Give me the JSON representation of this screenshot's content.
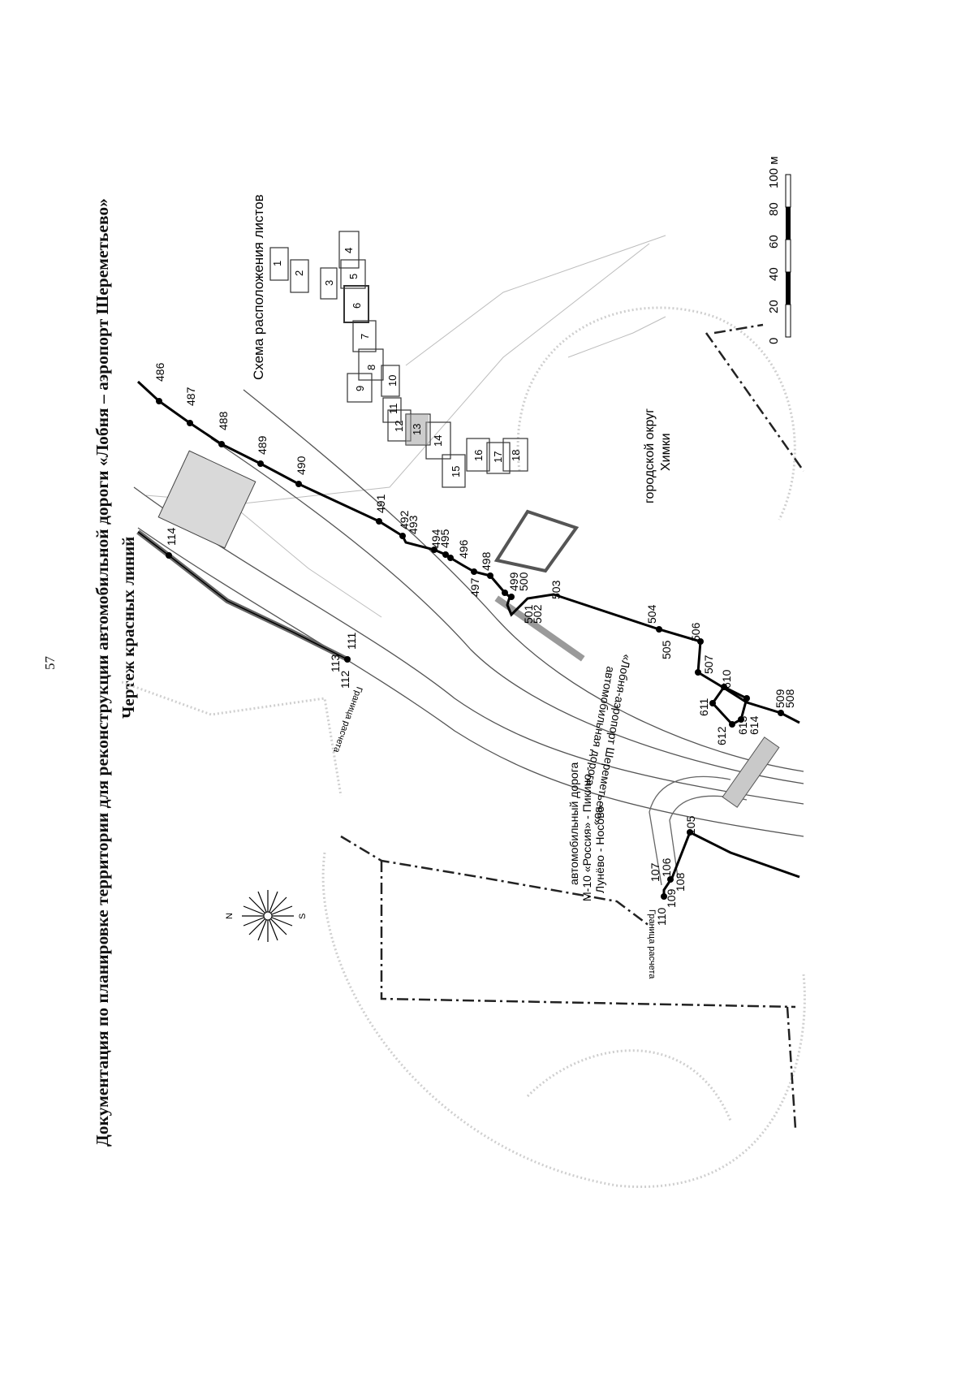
{
  "page_number": "57",
  "title": "Документация по планировке территории для реконструкции автомобильной дороги «Лобня – аэропорт Шереметьево»",
  "subtitle": "Чертеж красных линий",
  "sheet_layout": {
    "title": "Схема расположения листов",
    "sheets": [
      "1",
      "2",
      "3",
      "4",
      "5",
      "6",
      "7",
      "8",
      "9",
      "10",
      "11",
      "12",
      "13",
      "14",
      "15",
      "16",
      "17",
      "18"
    ],
    "highlighted_sheet": "13"
  },
  "scale_bar": {
    "ticks": [
      "0",
      "20",
      "40",
      "60",
      "80",
      "100 м"
    ]
  },
  "compass": {
    "n": "N",
    "s": "S"
  },
  "labels": {
    "city_district_line1": "городской округ",
    "city_district_line2": "Химки",
    "road_lobnya_line1": "автомобильная дорога",
    "road_lobnya_line2": "«Лобня-аэропорт Шереметьево»",
    "road_m10_line1": "автомобильный дорога",
    "road_m10_line2": "М-10 «Россия» - Пикино -",
    "road_m10_line3": "Лунёво - Носово",
    "boundary_1": "Граница расчета",
    "boundary_2": "Граница расчета"
  },
  "points": {
    "upper_line": [
      "486",
      "487",
      "488",
      "489",
      "490",
      "491",
      "492",
      "493",
      "494",
      "495",
      "496",
      "497",
      "498",
      "499",
      "500",
      "501",
      "502",
      "503",
      "504",
      "505",
      "506",
      "507",
      "508",
      "509"
    ],
    "inner_polygon": [
      "610",
      "611",
      "612",
      "613",
      "614"
    ],
    "left_line": [
      "114",
      "111",
      "113",
      "112"
    ],
    "lower_line": [
      "105",
      "106",
      "107",
      "108",
      "109",
      "110"
    ]
  }
}
